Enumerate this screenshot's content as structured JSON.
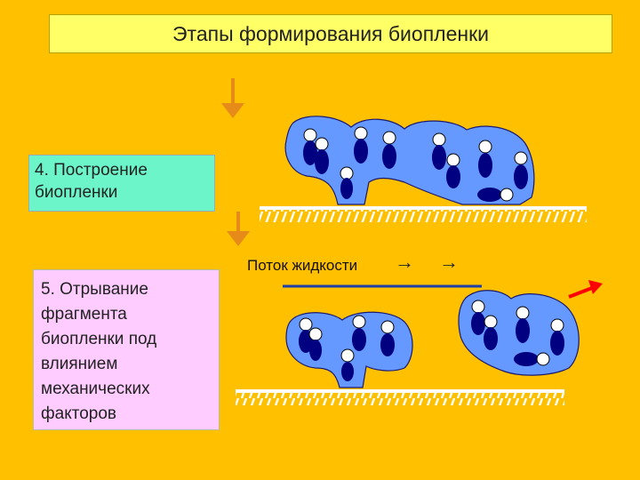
{
  "title": "Этапы формирования биопленки",
  "stages": [
    {
      "id": 4,
      "label": "4. Построение биопленки"
    },
    {
      "id": 5,
      "label": "5. Отрывание фрагмента биопленки под влиянием механических факторов"
    }
  ],
  "flow": {
    "label": "Поток жидкости",
    "arrow1": "→",
    "arrow2": "→"
  },
  "colors": {
    "background": "#FFC000",
    "title_box": "#FFFF66",
    "stage4_box": "#6CF5C8",
    "stage5_box": "#FFCCFF",
    "biofilm": "#6699FF",
    "bacteria": "#000080",
    "down_arrow": "#E68A1A",
    "detach_arrow": "#FF0000",
    "flow_line": "#1F3FA6"
  },
  "icons": [
    "down-arrow-icon",
    "bacterium-icon",
    "surface-hatch-icon",
    "detach-arrow-icon"
  ]
}
